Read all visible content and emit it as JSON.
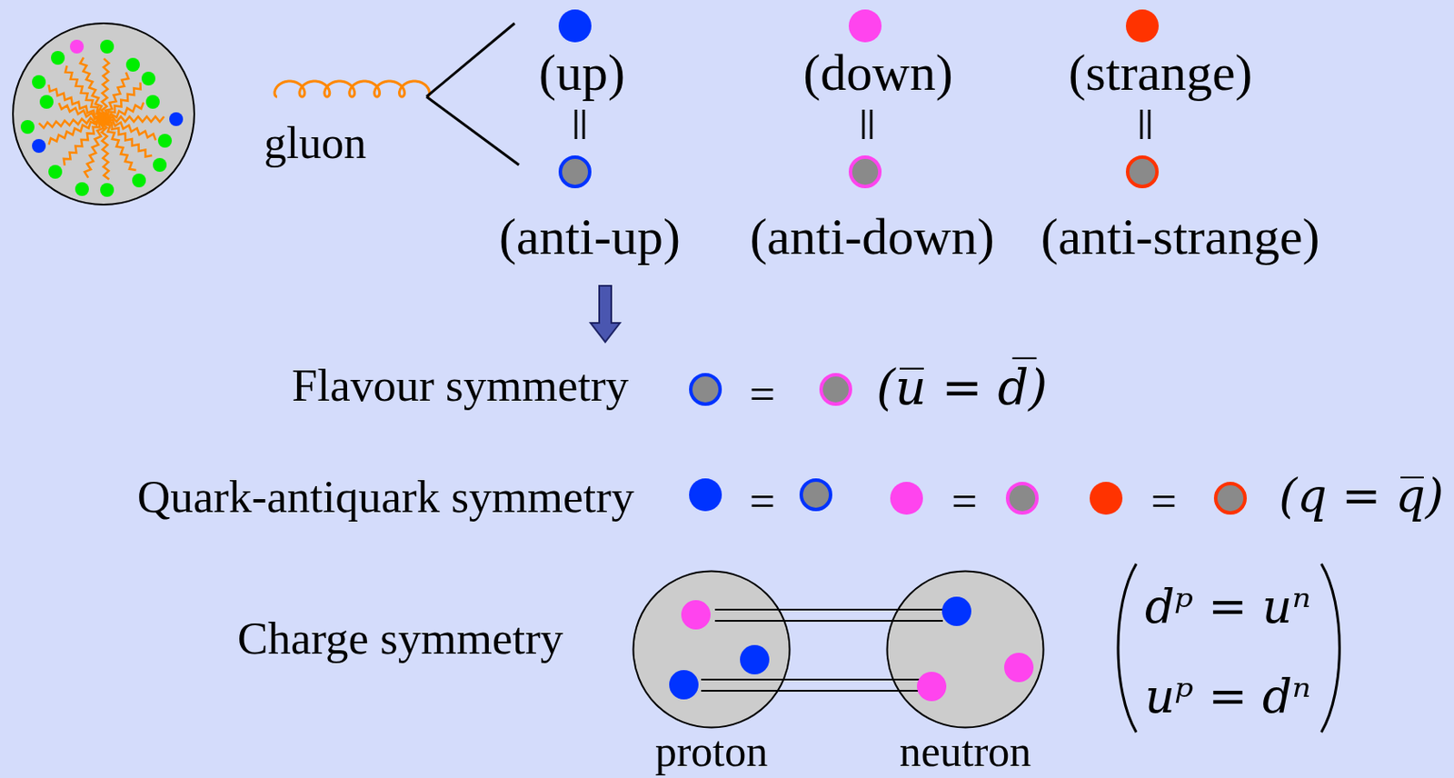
{
  "diagram": {
    "nodes": [
      {
        "text": [
          "proton"
        ]
      },
      {
        "text": [
          "neutron"
        ]
      }
    ],
    "labels": [
      "gluon",
      "(up)",
      "(down)",
      "(strange)",
      "(anti-up)",
      "(anti-down)",
      "(anti-strange)",
      "Flavour symmetry",
      "=",
      "(u̅ = d̅)",
      "Quark-antiquark symmetry",
      "=",
      "=",
      "=",
      "(q = q̅)",
      "Charge symmetry",
      "dᵖ = uⁿ",
      "uᵖ = dⁿ"
    ]
  }
}
